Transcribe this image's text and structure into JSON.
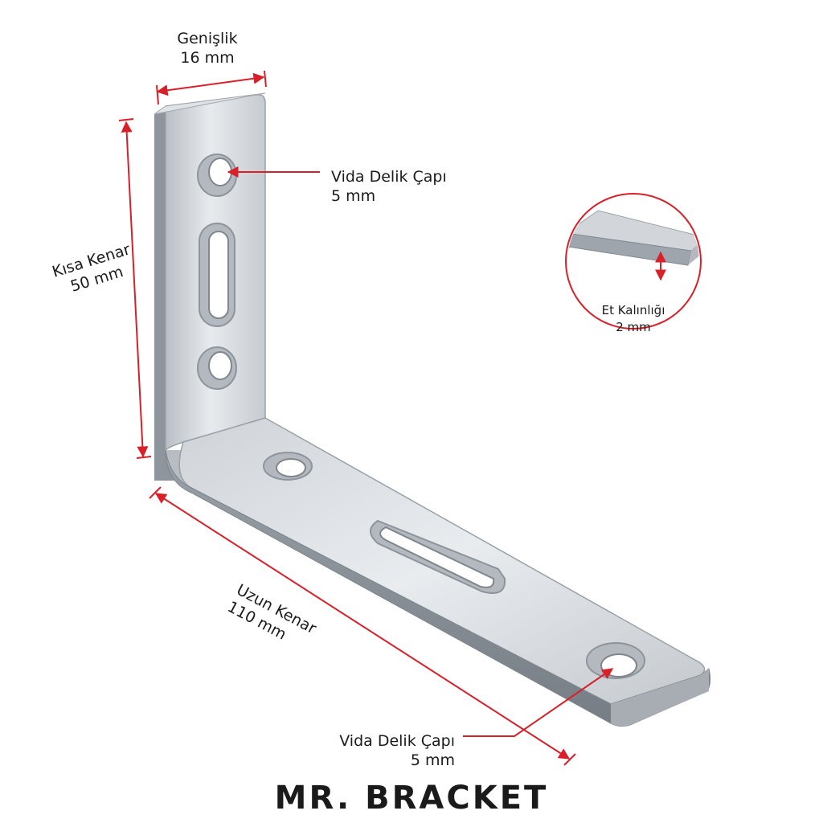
{
  "labels": {
    "width": {
      "name": "Genişlik",
      "value": "16 mm"
    },
    "short_edge": {
      "name": "Kısa Kenar",
      "value": "50 mm"
    },
    "long_edge": {
      "name": "Uzun Kenar",
      "value": "110 mm"
    },
    "screw_hole_top": {
      "name": "Vida Delik Çapı",
      "value": "5 mm"
    },
    "screw_hole_bottom": {
      "name": "Vida Delik Çapı",
      "value": "5 mm"
    },
    "thickness": {
      "name": "Et Kalınlığı",
      "value": "2 mm"
    }
  },
  "brand": "MR. BRACKET",
  "colors": {
    "dimension_line": "#d8202a",
    "steel_light": "#e6e9ec",
    "steel_mid": "#c3c8cd",
    "steel_dark": "#8c939a",
    "text": "#1b1b1b"
  }
}
